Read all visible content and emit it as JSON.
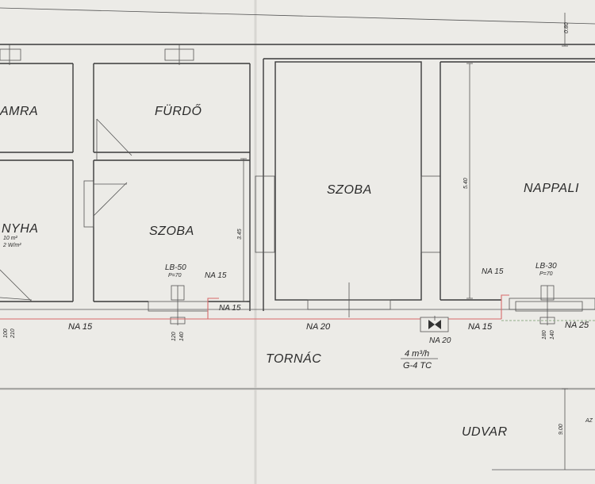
{
  "rooms": {
    "kamra": "AMRA",
    "furdo": "FÜRDŐ",
    "konyha": "NYHA",
    "szoba_left": "SZOBA",
    "szoba_center": "SZOBA",
    "nappali": "NAPPALI",
    "tornac": "TORNÁC",
    "udvar": "UDVAR"
  },
  "konyha_notes": {
    "area": "10 m²",
    "power": "2 W/m²"
  },
  "dimensions": {
    "top_right": "0.80",
    "szoba_height": "3.45",
    "nappali_height": "5.40",
    "udvar_depth": "9.00",
    "left_a": "100",
    "left_b": "210",
    "lb50_a": "120",
    "lb50_b": "140",
    "lb30_a": "180",
    "lb30_b": "140"
  },
  "radiators": {
    "lb50": {
      "name": "LB-50",
      "p": "P=70"
    },
    "lb30": {
      "name": "LB-30",
      "p": "P=70"
    }
  },
  "pipes": {
    "na15_left": "NA 15",
    "na15_lb50_top": "NA 15",
    "na15_lb50_right": "NA 15",
    "na20_center": "NA 20",
    "na20_meter": "NA 20",
    "na15_right": "NA 15",
    "na15_lb30": "NA 15",
    "na25_right": "NA 25"
  },
  "meter": {
    "flow": "4 m³/h",
    "type": "G-4 TC"
  },
  "edge_text": "AZ"
}
